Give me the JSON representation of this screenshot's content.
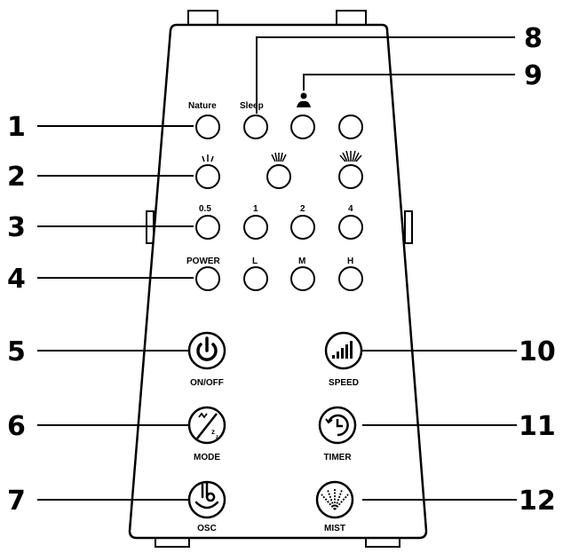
{
  "indicators": {
    "row1": [
      "Nature",
      "Sleep"
    ],
    "row3": [
      "0.5",
      "1",
      "2",
      "4"
    ],
    "row4": [
      "POWER",
      "L",
      "M",
      "H"
    ]
  },
  "buttons": {
    "power": "ON/OFF",
    "speed": "SPEED",
    "mode": "MODE",
    "timer": "TIMER",
    "osc": "OSC",
    "mist": "MIST"
  },
  "callouts": [
    "1",
    "2",
    "3",
    "4",
    "5",
    "6",
    "7",
    "8",
    "9",
    "10",
    "11",
    "12"
  ]
}
